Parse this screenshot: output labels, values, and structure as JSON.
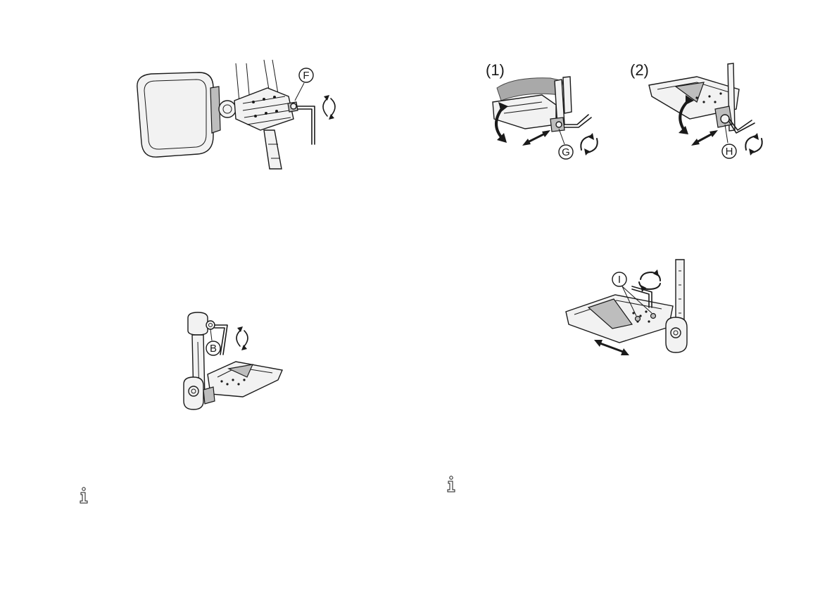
{
  "figures": {
    "headrest": {
      "callout": "F"
    },
    "footplate_depth": {
      "step1": "(1)",
      "step2": "(2)",
      "callout_step1": "G",
      "callout_step2": "H"
    },
    "footplate_height": {
      "callout": "B"
    },
    "footplate_angle": {
      "callout": "I"
    }
  },
  "icons": {
    "info_left": "info-icon",
    "info_right": "info-icon"
  }
}
